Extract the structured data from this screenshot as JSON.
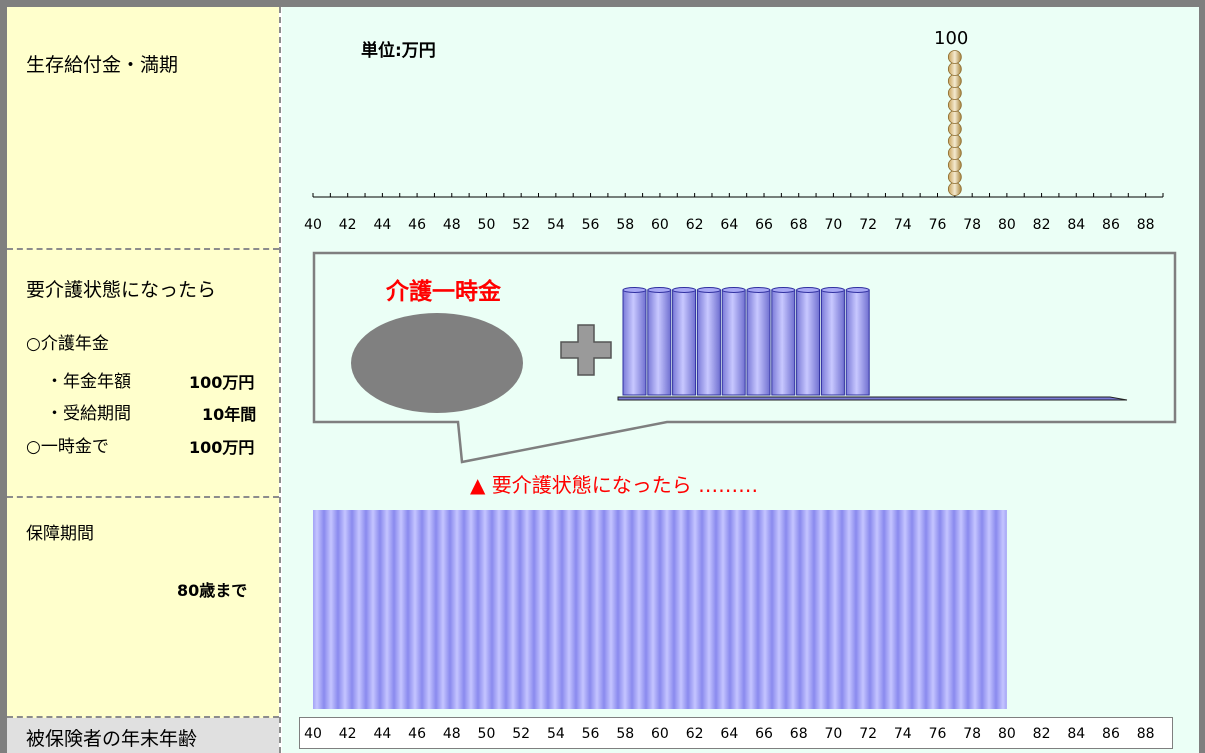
{
  "rows": {
    "survival": {
      "label": "生存給付金・満期"
    },
    "care": {
      "label": "要介護状態になったら",
      "pension_heading": "○介護年金",
      "annual_label": "・年金年額",
      "annual_value": "100万円",
      "period_label": "・受給期間",
      "period_value": "10年間",
      "lump_label": "○一時金で",
      "lump_value": "100万円"
    },
    "coverage": {
      "label": "保障期間",
      "value": "80歳まで"
    },
    "footer": {
      "label": "被保険者の年末年齢"
    }
  },
  "chart_data": [
    {
      "type": "bar",
      "unit_label": "単位:万円",
      "x_ticks": [
        "40",
        "42",
        "44",
        "46",
        "48",
        "50",
        "52",
        "54",
        "56",
        "58",
        "60",
        "62",
        "64",
        "66",
        "68",
        "70",
        "72",
        "74",
        "76",
        "78",
        "80",
        "82",
        "84",
        "86",
        "88"
      ],
      "x_range": [
        40,
        89
      ],
      "bars": [
        {
          "age": 77,
          "value": 100
        }
      ],
      "peak_label": "100"
    },
    {
      "type": "bar",
      "title": "介護一時金",
      "trigger_text": "▲ 要介護状態になったら ………",
      "pension_years": 10,
      "pension_value": 100,
      "plus_symbol": "+"
    },
    {
      "type": "bar",
      "coverage_start_age": 40,
      "coverage_end_age": 80,
      "x_ticks": [
        "40",
        "42",
        "44",
        "46",
        "48",
        "50",
        "52",
        "54",
        "56",
        "58",
        "60",
        "62",
        "64",
        "66",
        "68",
        "70",
        "72",
        "74",
        "76",
        "78",
        "80",
        "82",
        "84",
        "86",
        "88"
      ]
    }
  ],
  "colors": {
    "left_panel": "#ffffcc",
    "right_panel": "#ebfff6",
    "frame": "#7f7f7f",
    "accent_red": "#ff0000",
    "bar_purple": "#9999ff",
    "lump_gray": "#808080"
  }
}
